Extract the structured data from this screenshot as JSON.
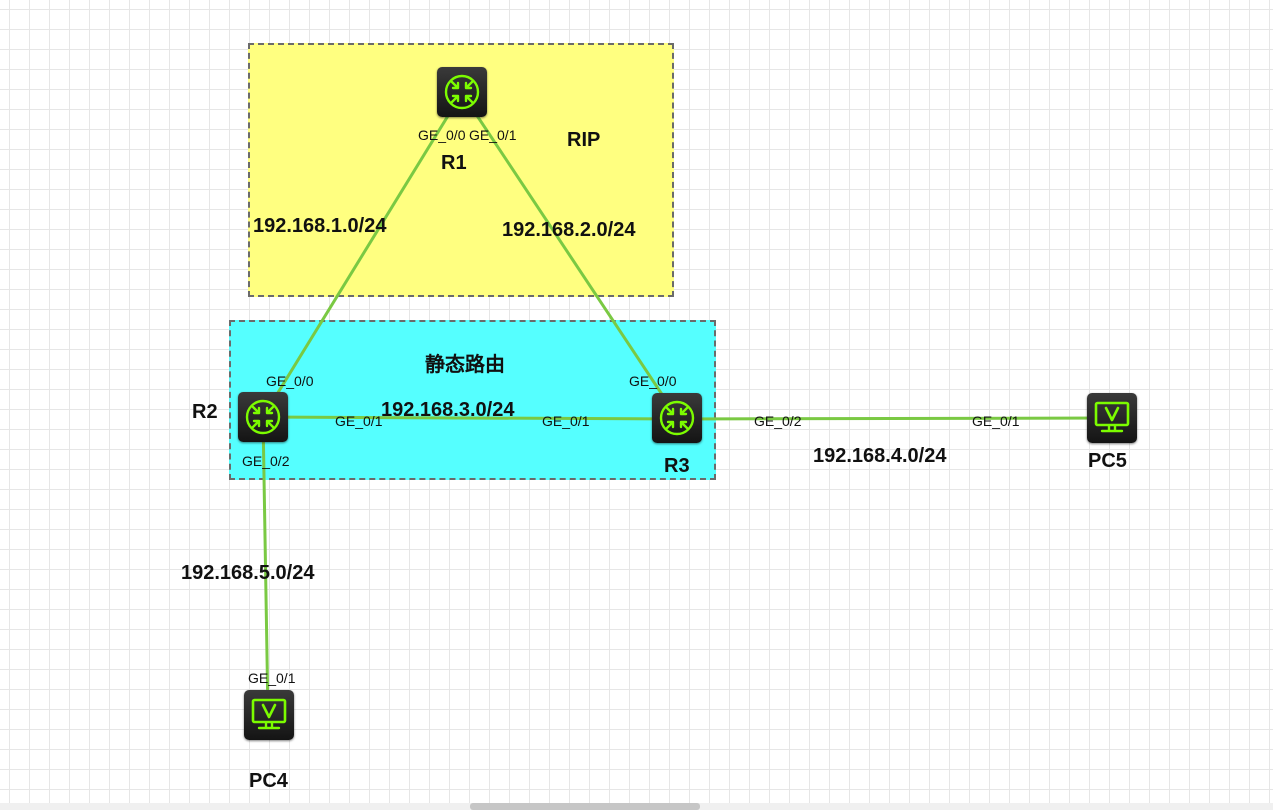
{
  "areas": {
    "rip": {
      "label": "RIP",
      "fill": "#ffff80"
    },
    "static": {
      "label": "静态路由",
      "fill": "#55ffff"
    }
  },
  "colors": {
    "link": "#7ac943",
    "device_bg": "#1c1c1c",
    "device_icon": "#7cfc00"
  },
  "devices": {
    "r1": {
      "label": "R1",
      "icon": "router-icon"
    },
    "r2": {
      "label": "R2",
      "icon": "router-icon"
    },
    "r3": {
      "label": "R3",
      "icon": "router-icon"
    },
    "pc4": {
      "label": "PC4",
      "icon": "pc-icon"
    },
    "pc5": {
      "label": "PC5",
      "icon": "pc-icon"
    }
  },
  "links": [
    {
      "network": "192.168.1.0/24",
      "from_port": "GE_0/0",
      "to_port": "GE_0/0"
    },
    {
      "network": "192.168.2.0/24",
      "from_port": "GE_0/1",
      "to_port": "GE_0/0"
    },
    {
      "network": "192.168.3.0/24",
      "from_port": "GE_0/1",
      "to_port": "GE_0/1"
    },
    {
      "network": "192.168.4.0/24",
      "from_port": "GE_0/2",
      "to_port": "GE_0/1"
    },
    {
      "network": "192.168.5.0/24",
      "from_port": "GE_0/2",
      "to_port": "GE_0/1"
    }
  ]
}
